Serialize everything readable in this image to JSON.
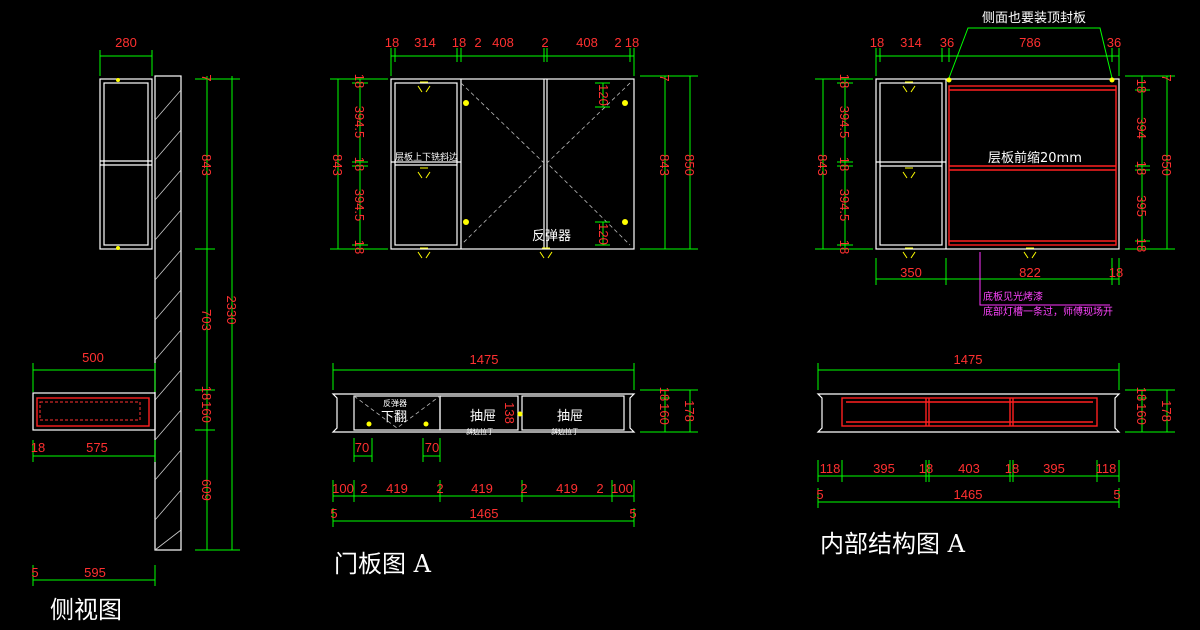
{
  "titles": {
    "side": "侧视图",
    "door": "门板图 A",
    "inner": "内部结构图 A"
  },
  "notes": {
    "side_seal": "侧面也要装顶封板",
    "shelf_shrink": "层板前缩20mm",
    "shelf_edge": "层板上下铣斜边",
    "rebounder": "反弹器",
    "rebounder_small": "反弹器",
    "flip_down": "下翻",
    "drawer1": "抽屉",
    "drawer2": "抽屉",
    "handle1": "斜边拉手",
    "handle2": "斜边拉手",
    "bottom_light1": "底板见光烤漆",
    "bottom_light2": "底部灯槽一条过，师傅现场开"
  },
  "side_dims": {
    "top_width": "280",
    "h_843": "843",
    "h_7": "7",
    "h_703": "703",
    "h_2330": "2330",
    "h_160": "160",
    "h_18": "18",
    "h_609": "609",
    "shelf_500": "500",
    "d_18": "18",
    "d_575": "575",
    "d_5": "5",
    "d_595": "595"
  },
  "door_dims": {
    "top": [
      "18",
      "314",
      "18",
      "2",
      "408",
      "2",
      "408",
      "2",
      "18"
    ],
    "left": [
      "18",
      "394.5",
      "18",
      "394.5",
      "18"
    ],
    "left_total": "843",
    "right_total": "850",
    "right_7": "7",
    "r120a": "120",
    "r120b": "120",
    "total_width": "1475",
    "lower_right": [
      "18",
      "160",
      "178"
    ],
    "d138": "138",
    "d70a": "70",
    "d70b": "70",
    "bottom1": [
      "100",
      "2",
      "419",
      "2",
      "419",
      "2",
      "419",
      "2",
      "100"
    ],
    "bottom2": [
      "5",
      "1465",
      "5"
    ]
  },
  "inner_dims": {
    "top": [
      "18",
      "314",
      "36",
      "786",
      "36"
    ],
    "left": [
      "18",
      "394.5",
      "18",
      "394.5",
      "18"
    ],
    "left_total": "843",
    "right": [
      "18",
      "394",
      "18",
      "395",
      "18"
    ],
    "right_total": "850",
    "right_7": "7",
    "bottom": [
      "350",
      "822",
      "18"
    ],
    "total_width": "1475",
    "lower_right": [
      "18",
      "160",
      "178"
    ],
    "bottom1": [
      "118",
      "395",
      "18",
      "403",
      "18",
      "395",
      "118"
    ],
    "bottom2": [
      "5",
      "1465",
      "5"
    ]
  }
}
